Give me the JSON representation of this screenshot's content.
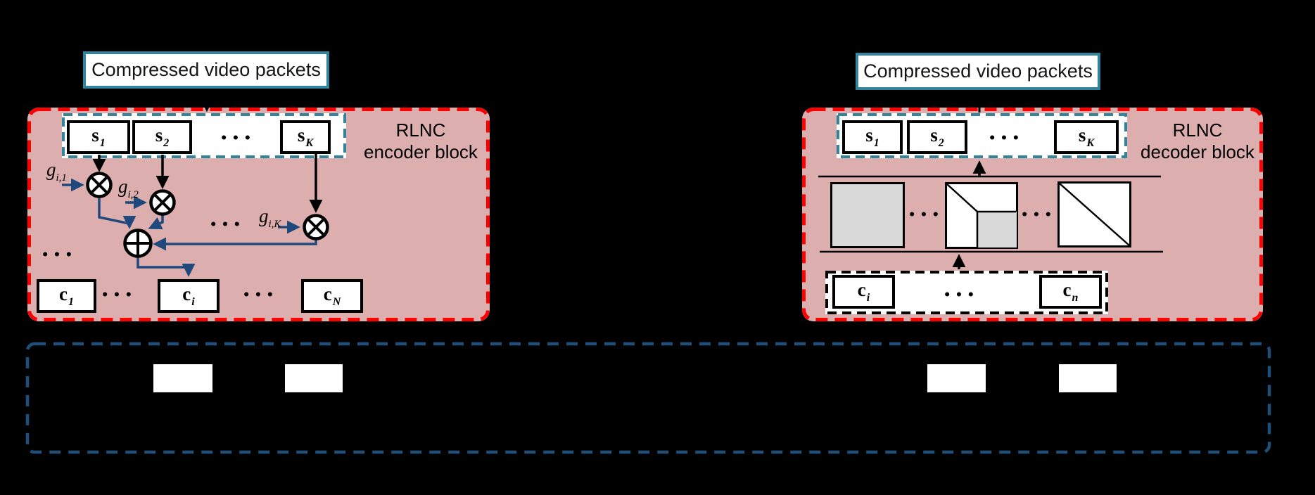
{
  "figure": {
    "encoder_input_label": "Compressed video packets",
    "decoder_output_label": "Compressed video packets"
  },
  "encoder": {
    "title_line1": "RLNC",
    "title_line2": "encoder block",
    "source_packets": [
      {
        "base": "s",
        "sub": "1"
      },
      {
        "base": "s",
        "sub": "2"
      },
      {
        "base": "s",
        "sub": "K"
      }
    ],
    "coefficients": [
      {
        "base": "g",
        "sub": "i,1"
      },
      {
        "base": "g",
        "sub": "i,2"
      },
      {
        "base": "g",
        "sub": "i,K"
      }
    ],
    "coded_packets": [
      {
        "base": "c",
        "sub": "1"
      },
      {
        "base": "c",
        "sub": "i"
      },
      {
        "base": "c",
        "sub": "N"
      }
    ]
  },
  "decoder": {
    "title_line1": "RLNC",
    "title_line2": "decoder block",
    "source_packets": [
      {
        "base": "s",
        "sub": "1"
      },
      {
        "base": "s",
        "sub": "2"
      },
      {
        "base": "s",
        "sub": "K"
      }
    ],
    "received_packets": [
      {
        "base": "c",
        "sub": "i"
      },
      {
        "base": "c",
        "sub": "n"
      }
    ]
  },
  "symbols": {
    "ellipsis": "•••"
  },
  "colors": {
    "background": "#000000",
    "block-fill": "#DDAEAE",
    "block-border": "#FF0000",
    "teal": "#31849B",
    "arrow-blue": "#1F497D",
    "zone-blue": "#1F4E79",
    "matrix-gray": "#D9D9D9"
  }
}
